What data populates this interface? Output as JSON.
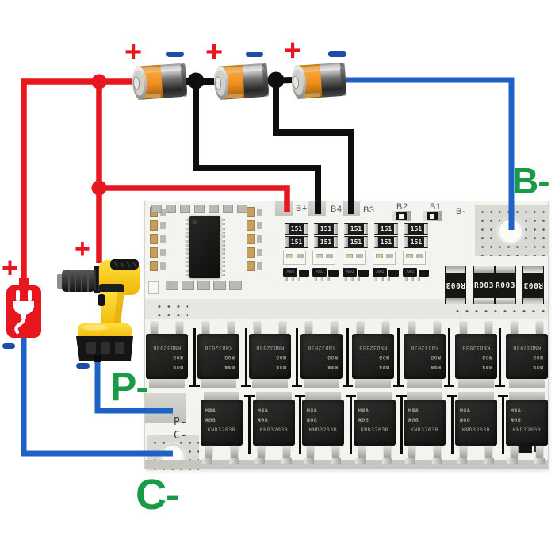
{
  "scene": {
    "plus": "+",
    "minus": "−",
    "battery_count": 3
  },
  "wire_labels": {
    "b_minus": "B-",
    "p_minus": "P-",
    "c_minus": "C-"
  },
  "board": {
    "terminals": [
      "B+",
      "B4",
      "B3",
      "B2",
      "B1",
      "B-"
    ],
    "silkscreen_p": "P-",
    "silkscreen_c": "C-",
    "shunt_resistors": [
      "R003",
      "R003",
      "R003",
      "R003"
    ],
    "smd_resistor_value": "151",
    "smd_resistor_pairs": 5,
    "transistor_value": "7002",
    "mosfet_marking": {
      "l1a": "KIA",
      "l1b": "MOS",
      "l2a": "N06",
      "l2b": "A03",
      "l3": "KND3203B"
    },
    "mosfet_top_count": 8,
    "mosfet_bottom_count": 7
  },
  "colors": {
    "wire_red": "#e8171f",
    "wire_blue": "#1f62c6",
    "wire_black": "#0e0e0e",
    "label_green": "#189b45",
    "label_blue": "#1c4da8",
    "battery_orange": "#ef8f1e",
    "board_bg": "#f3f3f0"
  }
}
